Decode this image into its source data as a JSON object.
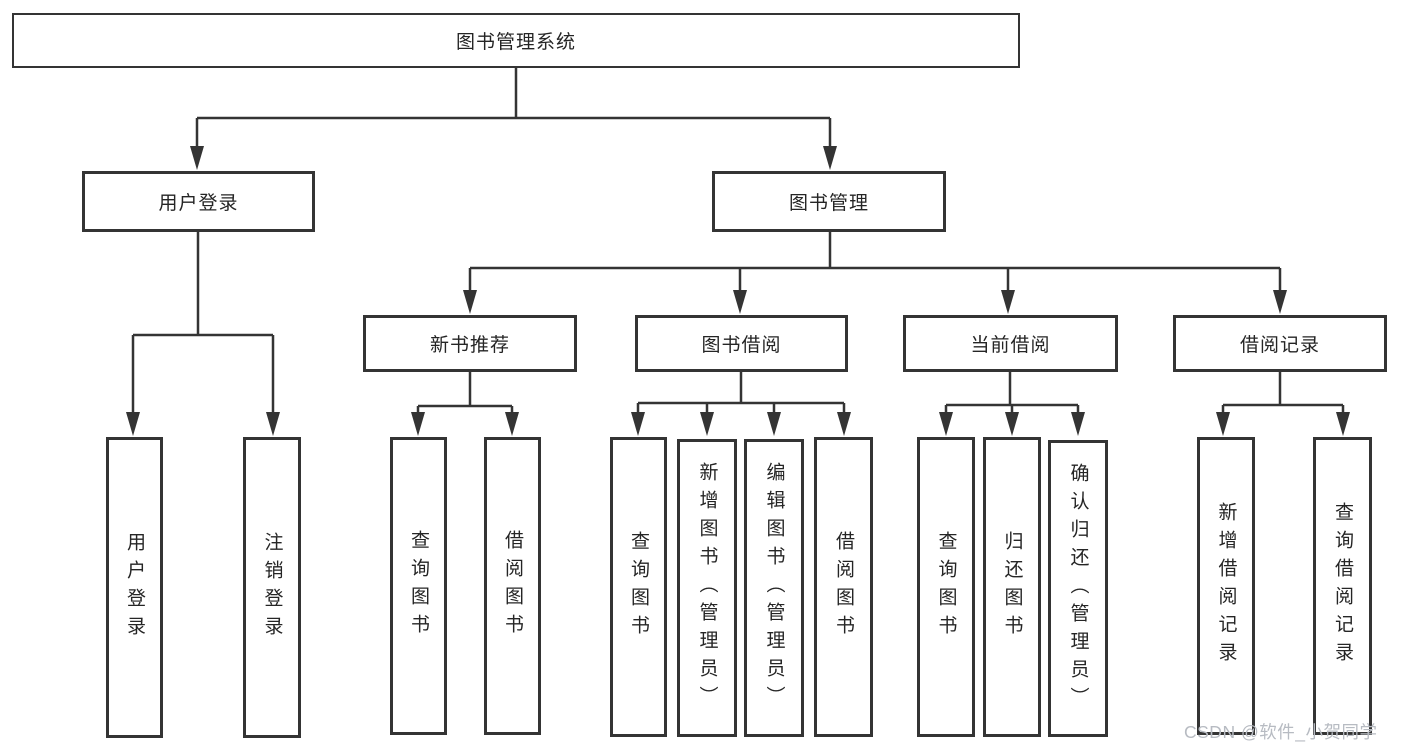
{
  "tree": {
    "root": {
      "label": "图书管理系统",
      "children": [
        {
          "label": "用户登录",
          "children": [
            {
              "label": "用户登录"
            },
            {
              "label": "注销登录"
            }
          ]
        },
        {
          "label": "图书管理",
          "children": [
            {
              "label": "新书推荐",
              "children": [
                {
                  "label": "查询图书"
                },
                {
                  "label": "借阅图书"
                }
              ]
            },
            {
              "label": "图书借阅",
              "children": [
                {
                  "label": "查询图书"
                },
                {
                  "label": "新增图书（管理员）"
                },
                {
                  "label": "编辑图书（管理员）"
                },
                {
                  "label": "借阅图书"
                }
              ]
            },
            {
              "label": "当前借阅",
              "children": [
                {
                  "label": "查询图书"
                },
                {
                  "label": "归还图书"
                },
                {
                  "label": "确认归还（管理员）"
                }
              ]
            },
            {
              "label": "借阅记录",
              "children": [
                {
                  "label": "新增借阅记录"
                },
                {
                  "label": "查询借阅记录"
                }
              ]
            }
          ]
        }
      ]
    }
  },
  "watermark": "CSDN @软件_小贺同学",
  "colors": {
    "line": "#343434",
    "box_border": "#343434",
    "box_fill": "#ffffff",
    "text": "#252525",
    "watermark": "#b7bbc2"
  }
}
